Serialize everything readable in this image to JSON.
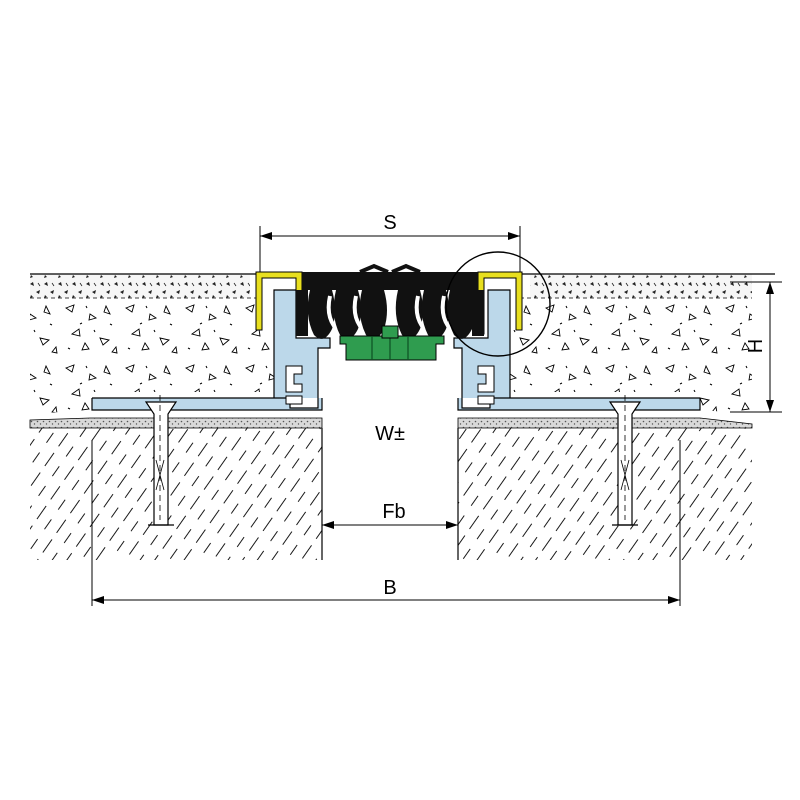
{
  "labels": {
    "s": "S",
    "h": "H",
    "w": "W±",
    "fb": "Fb",
    "b": "B"
  },
  "colors": {
    "profile": "#bcd8ea",
    "bracket": "#e8df1f",
    "seal": "#111111",
    "carrier": "#2f9c4f",
    "line": "#000000",
    "background": "#ffffff"
  },
  "icons": [
    "detail-circle-icon",
    "anchor-bolt-icon"
  ]
}
